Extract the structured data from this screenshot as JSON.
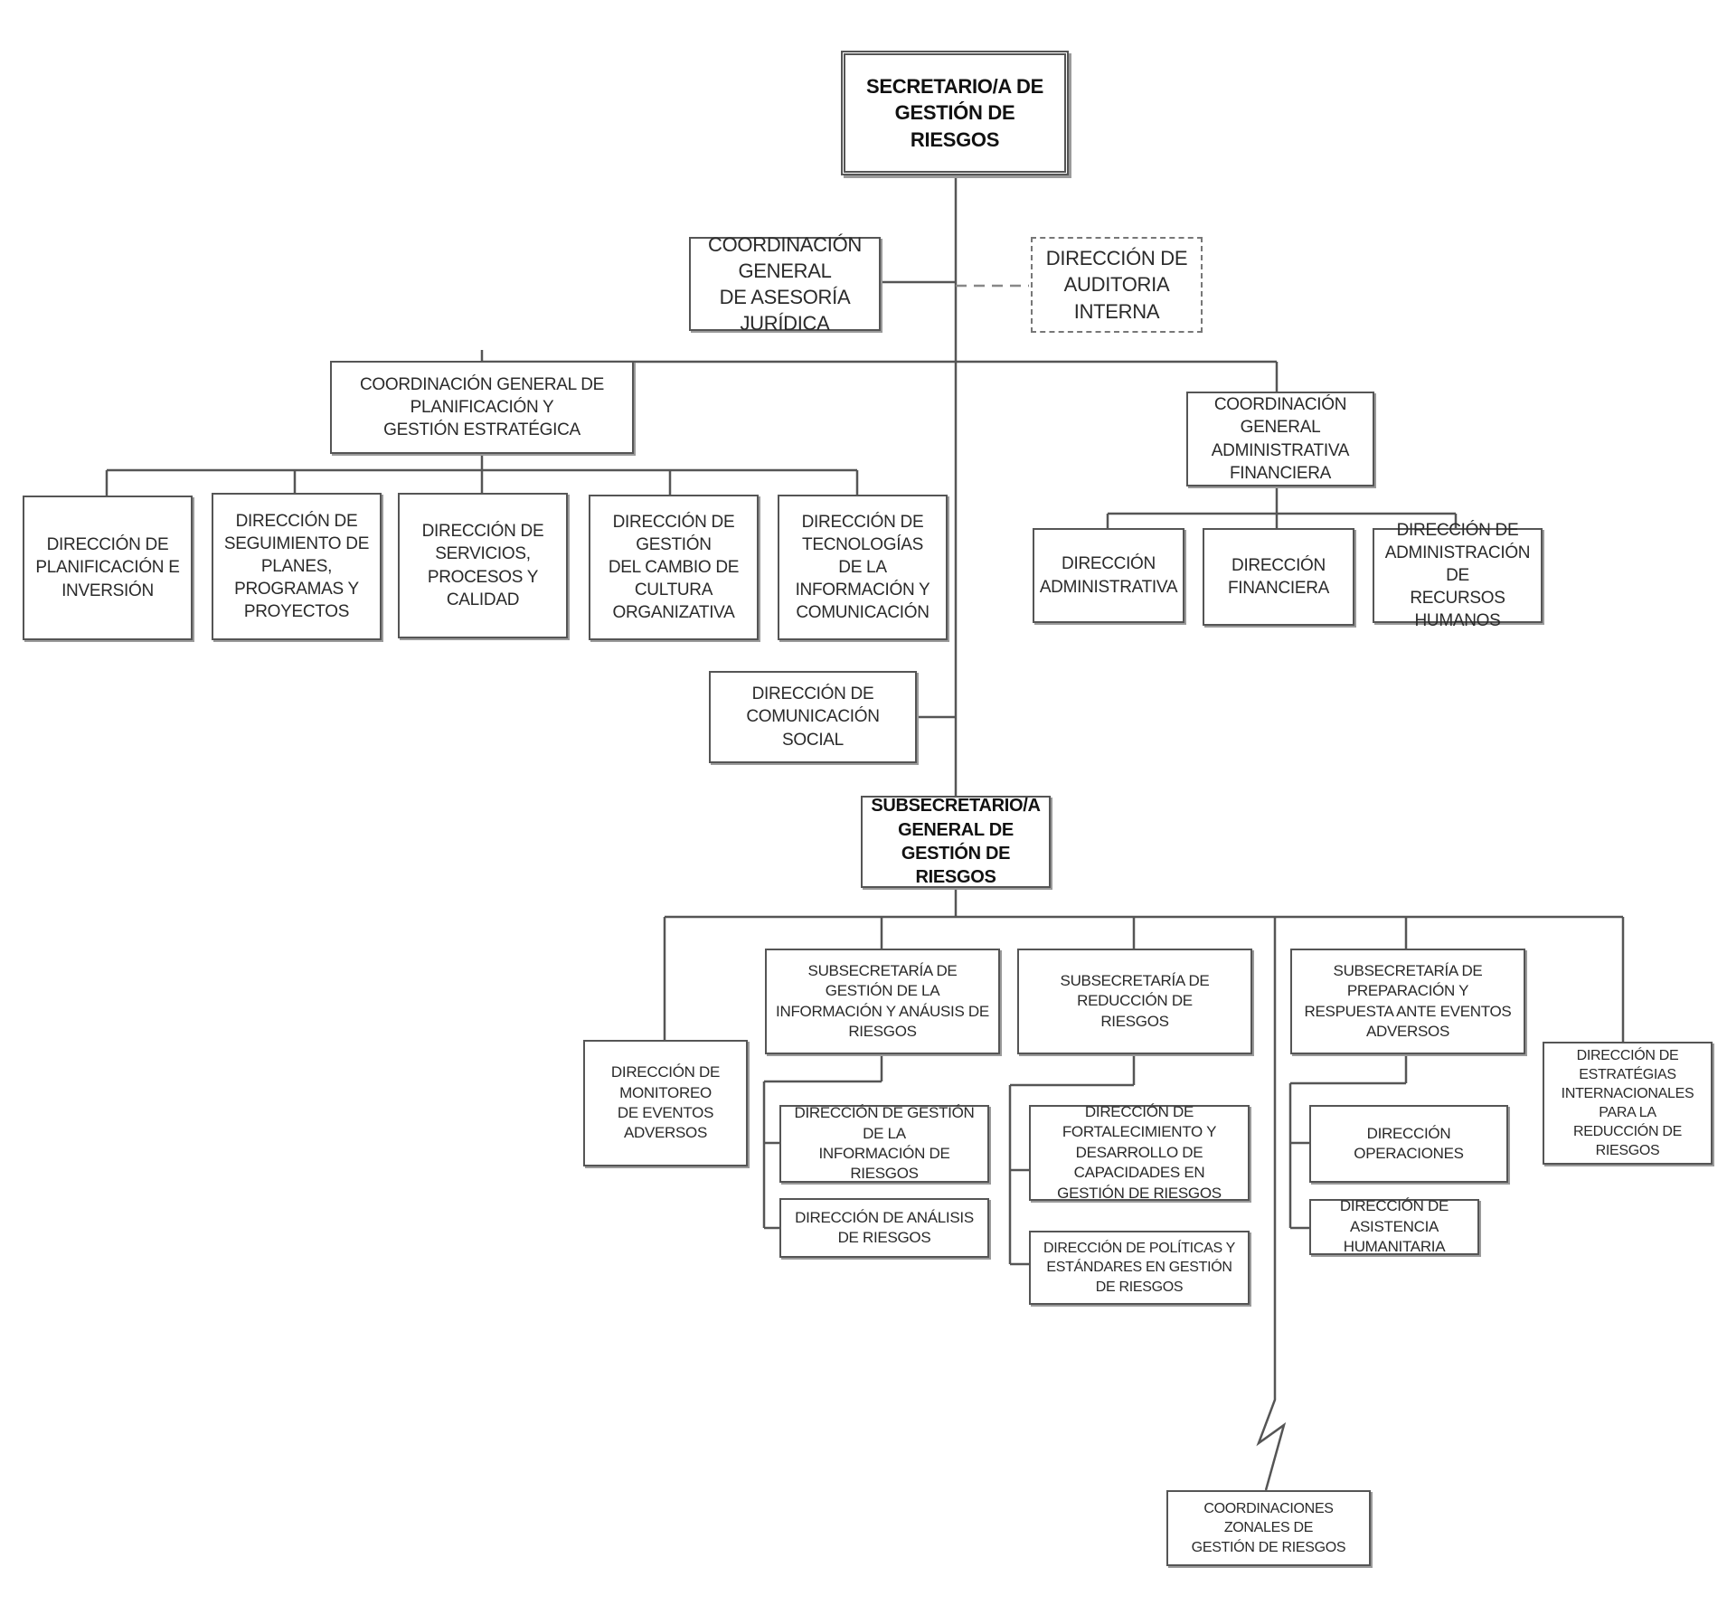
{
  "colors": {
    "line": "#555555",
    "border": "#555555",
    "text": "#2a2a2a"
  },
  "nodes": {
    "secretario": "SECRETARIO/A DE GESTIÓN DE\nRIESGOS",
    "asesoria": "COORDINACIÓN GENERAL\nDE ASESORÍA JURÍDICA",
    "auditoria": "DIRECCIÓN DE\nAUDITORIA INTERNA",
    "planificacion_coord": "COORDINACIÓN GENERAL DE PLANIFICACIÓN Y\nGESTIÓN ESTRATÉGICA",
    "dir_planificacion": "DIRECCIÓN DE\nPLANIFICACIÓN E\nINVERSIÓN",
    "dir_seguimiento": "DIRECCIÓN DE\nSEGUIMIENTO DE\nPLANES, PROGRAMAS Y\nPROYECTOS",
    "dir_servicios": "DIRECCIÓN DE SERVICIOS,\nPROCESOS Y CALIDAD",
    "dir_cambio": "DIRECCIÓN DE GESTIÓN\nDEL CAMBIO DE CULTURA\nORGANIZATIVA",
    "dir_tecnologias": "DIRECCIÓN DE\nTECNOLOGÍAS\nDE LA INFORMACIÓN Y\nCOMUNICACIÓN",
    "admin_coord": "COORDINACIÓN GENERAL\nADMINISTRATIVA\nFINANCIERA",
    "dir_administrativa": "DIRECCIÓN\nADMINISTRATIVA",
    "dir_financiera": "DIRECCIÓN\nFINANCIERA",
    "dir_rrhh": "DIRECCIÓN DE\nADMINISTRACIÓN DE\nRECURSOS HUMANOS",
    "dir_comunicacion": "DIRECCIÓN DE\nCOMUNICACIÓN SOCIAL",
    "subsecretario": "SUBSECRETARIO/A\nGENERAL DE GESTIÓN DE\nRIESGOS",
    "dir_monitoreo": "DIRECCIÓN DE MONITOREO\nDE EVENTOS ADVERSOS",
    "sub_informacion": "SUBSECRETARÍA DE GESTIÓN DE LA\nINFORMACIÓN Y ANÁUSIS DE RIESGOS",
    "dir_gestion_info": "DIRECCIÓN DE GESTIÓN DE LA\nINFORMACIÓN DE RIESGOS",
    "dir_analisis": "DIRECCIÓN DE ANÁLISIS\nDE RIESGOS",
    "sub_reduccion": "SUBSECRETARÍA DE REDUCCIÓN DE\nRIESGOS",
    "dir_fortalecimiento": "DIRECCIÓN DE FORTALECIMIENTO Y\nDESARROLLO DE CAPACIDADES EN\nGESTIÓN DE RIESGOS",
    "dir_politicas": "DIRECCIÓN DE POLÍTICAS Y\nESTÁNDARES EN GESTIÓN DE RIESGOS",
    "sub_preparacion": "SUBSECRETARÍA DE PREPARACIÓN Y\nRESPUESTA ANTE EVENTOS ADVERSOS",
    "dir_operaciones": "DIRECCIÓN\nOPERACIONES",
    "dir_asistencia": "DIRECCIÓN DE\nASISTENCIA HUMANITARIA",
    "dir_estrategias": "DIRECCIÓN DE ESTRATÉGIAS\nINTERNACIONALES PARA LA\nREDUCCIÓN DE RIESGOS",
    "zonales": "COORDINACIONES ZONALES DE\nGESTIÓN DE RIESGOS"
  }
}
